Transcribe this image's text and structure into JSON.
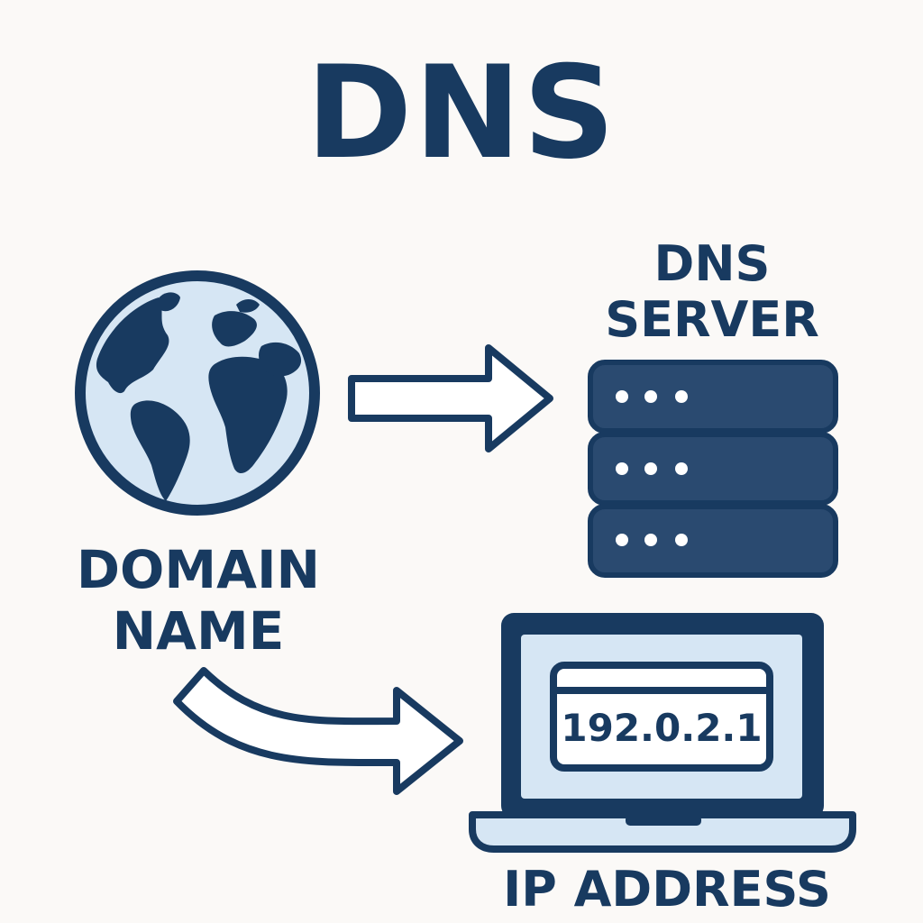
{
  "title": "DNS",
  "server": {
    "label_line1": "DNS",
    "label_line2": "SERVER",
    "unit_count": 3,
    "leds_per_unit": 3
  },
  "domain": {
    "label_line1": "DOMAIN",
    "label_line2": "NAME"
  },
  "laptop": {
    "ip_value": "192.0.2.1"
  },
  "ip_address_label": "IP ADDRESS",
  "icons": {
    "globe": "globe-icon",
    "server": "server-icon",
    "laptop": "laptop-icon",
    "arrow_right": "arrow-right-icon",
    "arrow_curved": "curved-arrow-icon"
  },
  "colors": {
    "primary": "#183a60",
    "server_fill": "#2a4a70",
    "light_fill": "#d6e6f4",
    "background": "#fbf9f7"
  }
}
